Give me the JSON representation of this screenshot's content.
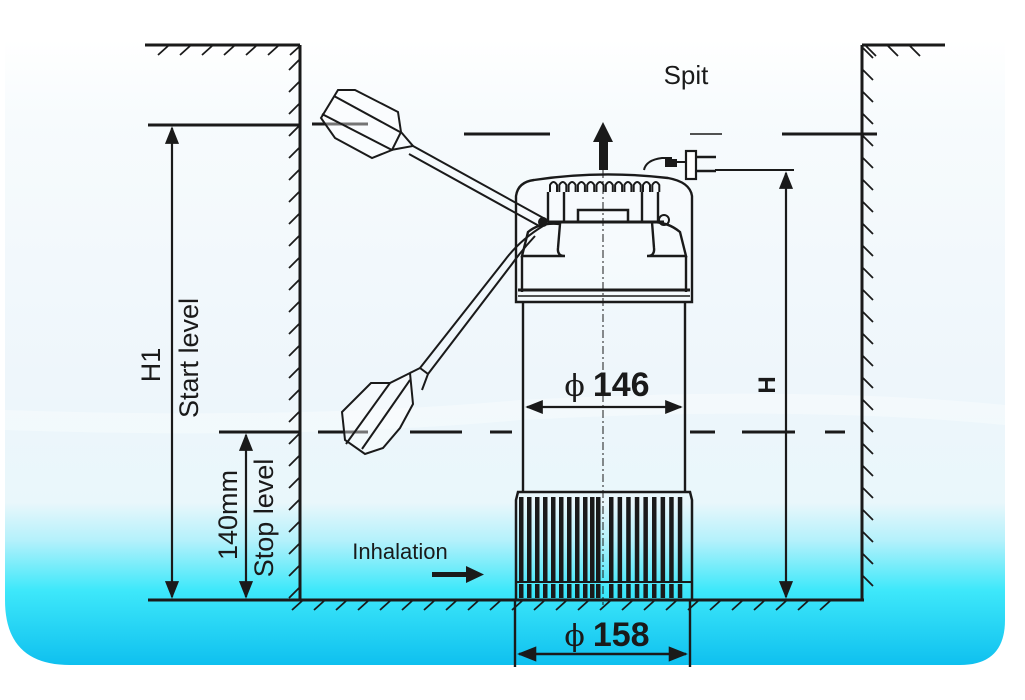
{
  "diagram": {
    "type": "submersible-pump-installation",
    "colors": {
      "line": "#1a1a1a",
      "background_top": "#ffffff",
      "background_mid": "#eef6fb",
      "water_top": "#b5f1fb",
      "water_mid": "#3ee8fa",
      "water_bottom": "#0fc0ef"
    },
    "labels": {
      "outlet": "Spit",
      "inlet": "Inhalation",
      "start_level": "Start level",
      "stop_level": "Stop level",
      "h1": "H1",
      "h": "H",
      "stop_height": "140mm",
      "body_diameter_symbol": "ϕ",
      "body_diameter": "146",
      "base_diameter_symbol": "ϕ",
      "base_diameter": "158"
    },
    "dimensions": {
      "stop_level_height_mm": 140,
      "pump_body_diameter_mm": 146,
      "pump_base_diameter_mm": 158
    },
    "components": [
      {
        "name": "pit-walls",
        "description": "Hatched pit walls and floor"
      },
      {
        "name": "pump",
        "description": "Submersible pump with cooling fins, handle, strainer base"
      },
      {
        "name": "float-switch",
        "description": "Float switch shown at start and stop positions"
      },
      {
        "name": "power-plug",
        "description": "Power cable with plug"
      },
      {
        "name": "outlet-arrow",
        "description": "Upward discharge arrow"
      },
      {
        "name": "inlet-arrow",
        "description": "Inlet flow arrow"
      }
    ]
  }
}
